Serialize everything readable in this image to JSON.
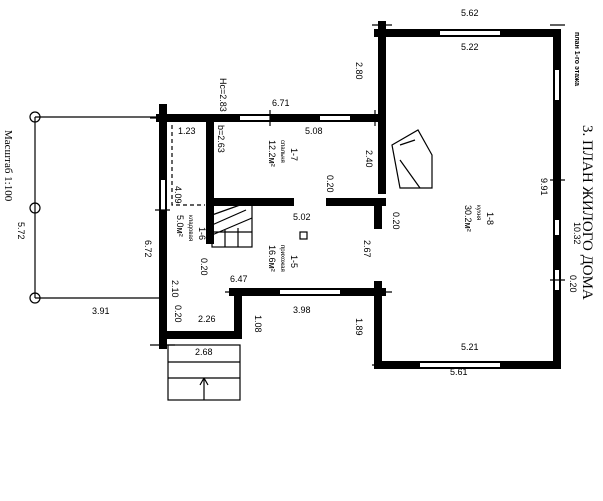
{
  "title": "3. ПЛАН ЖИЛОГО ДОМА",
  "subtitle": "план 1-го этажа",
  "scale": "Масштаб 1:100",
  "rooms": [
    {
      "id": "1-5",
      "name": "прихожая",
      "area": "16.6м²"
    },
    {
      "id": "1-6",
      "name": "кладовая",
      "area": "5.0м²"
    },
    {
      "id": "1-7",
      "name": "спальня",
      "area": "12.2м²"
    },
    {
      "id": "1-8",
      "name": "кухня",
      "area": "30.2м²"
    }
  ],
  "dimensions": {
    "d562": "5.62",
    "d522": "5.22",
    "d280": "2.80",
    "d991": "9.91",
    "d1032": "10.32",
    "d020a": "0.20",
    "d521": "5.21",
    "d561": "5.61",
    "d189": "1.89",
    "d267": "2.67",
    "d020b": "0.20",
    "d240": "2.40",
    "d020c": "0.20",
    "d671": "6.71",
    "d508": "5.08",
    "d502": "5.02",
    "hc283": "Hc=2.83",
    "b263": "b=2.63",
    "d123": "1.23",
    "d409": "4.09",
    "d020d": "0.20",
    "d647": "6.47",
    "d398": "3.98",
    "d108": "1.08",
    "d210": "2.10",
    "d020e": "0.20",
    "d226": "2.26",
    "d268": "2.68",
    "d672": "6.72",
    "d391": "3.91",
    "d572": "5.72"
  }
}
